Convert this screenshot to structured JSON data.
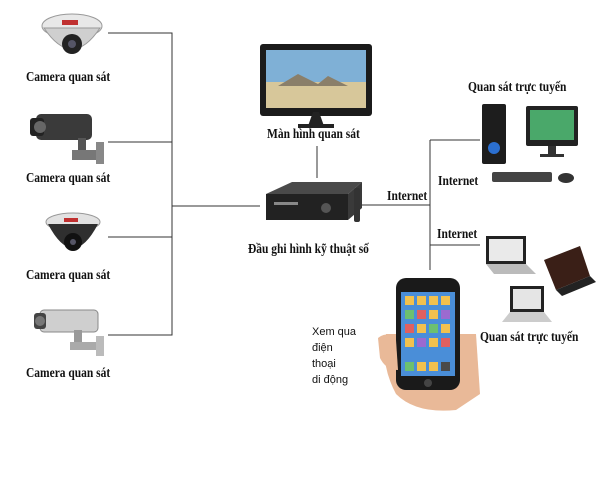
{
  "cameras": [
    {
      "label": "Camera quan sát"
    },
    {
      "label": "Camera quan sát"
    },
    {
      "label": "Camera quan sát"
    },
    {
      "label": "Camera quan sát"
    }
  ],
  "monitor": {
    "label": "Màn hình quan sát"
  },
  "dvr": {
    "label": "Đầu ghi hình kỹ thuật số"
  },
  "links": {
    "internet_main": "Internet",
    "internet_pc": "Internet",
    "internet_laptop": "Internet"
  },
  "online_pc": {
    "label": "Quan sát trực tuyến"
  },
  "online_laptop": {
    "label": "Quan sát trực tuyến"
  },
  "phone": {
    "line1": "Xem qua",
    "line2": "điện",
    "line3": "thoại",
    "line4": "di động"
  },
  "colors": {
    "wire": "#333333",
    "dvr_body": "#2b2b2b",
    "camera_body": "#d9d9d9",
    "screen": "#6ea3c7"
  }
}
